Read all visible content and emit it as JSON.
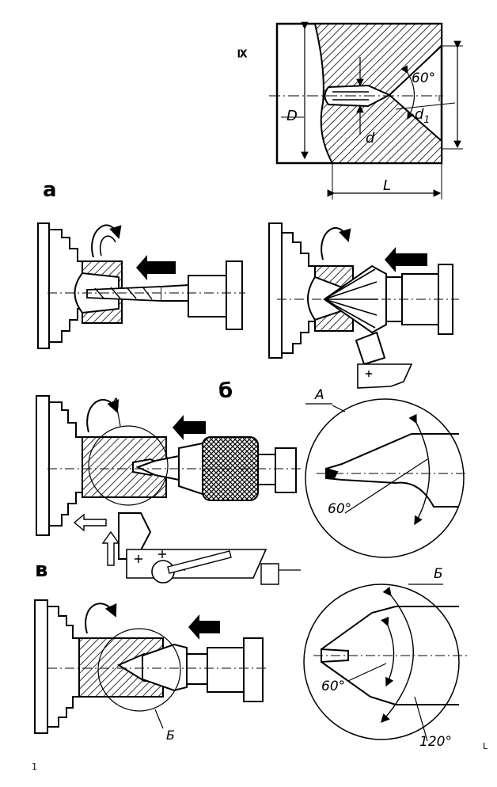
{
  "top_detail": {
    "corner_mark": "IX",
    "dim_D": "D",
    "dim_d": "d",
    "dim_d1": "d",
    "dim_d1_sub": "1",
    "dim_L": "L",
    "angle": "60°"
  },
  "panel_a": {
    "label": "a"
  },
  "panel_b": {
    "label": "б",
    "callout": "A",
    "zoom_title": "A",
    "zoom_angle": "60°"
  },
  "panel_v": {
    "label": "в",
    "callout": "Б",
    "zoom_title": "Б",
    "zoom_angle_inner": "60°",
    "zoom_angle_outer": "120°"
  },
  "margin_marks": {
    "bottom_left": "1",
    "bottom_right": "L"
  }
}
